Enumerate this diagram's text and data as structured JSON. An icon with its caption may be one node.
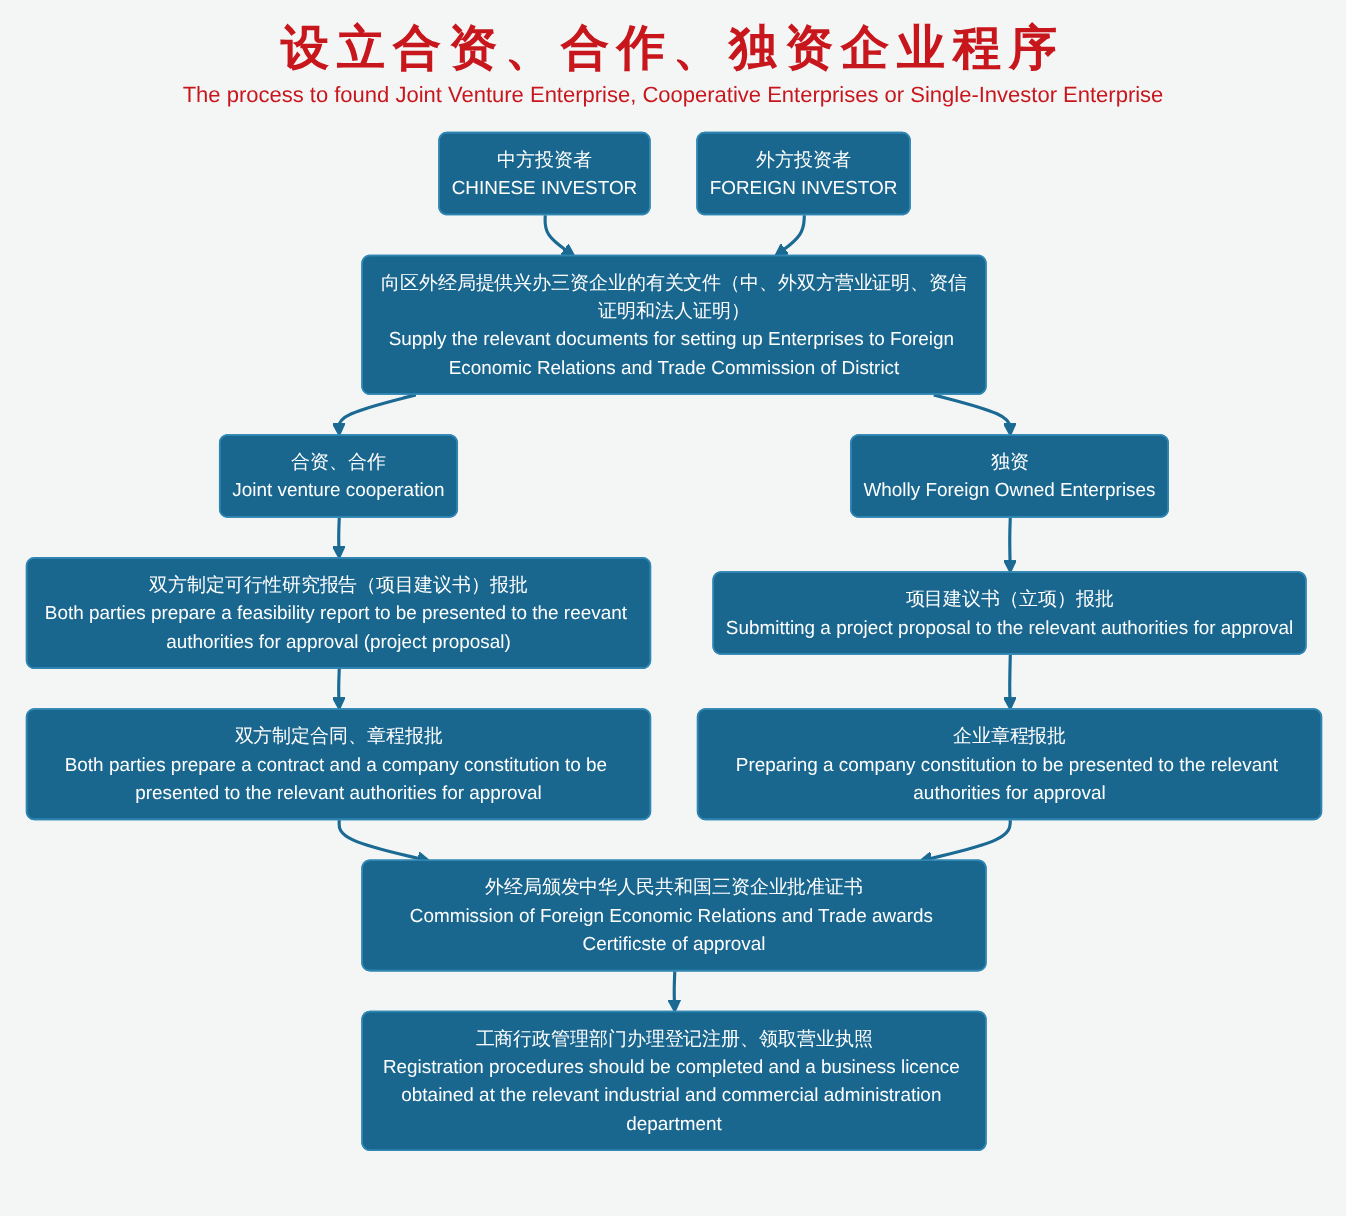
{
  "diagram": {
    "title": "设立合资、合作、独资企业程序",
    "caption": "The process to found Joint Venture Enterprise, Cooperative Enterprises or Single-Investor Enterprise",
    "nodes": [
      {
        "text": [
          "中方投资者",
          "CHINESE INVESTOR"
        ]
      },
      {
        "text": [
          "外方投资者",
          "FOREIGN INVESTOR"
        ]
      },
      {
        "text": [
          "向区外经局提供兴办三资企业的有关文件（中、外双方营业证明、资信证明和法人证明）",
          "Supply the relevant documents for setting up Enterprises to Foreign Economic Relations and Trade Commission of District"
        ]
      },
      {
        "text": [
          "合资、合作",
          "Joint venture cooperation"
        ]
      },
      {
        "text": [
          "独资",
          "Wholly Foreign Owned Enterprises"
        ]
      },
      {
        "text": [
          "双方制定可行性研究报告（项目建议书）报批",
          "Both parties prepare a feasibility report to be presented to the reevant authorities for approval (project proposal)"
        ]
      },
      {
        "text": [
          "项目建议书（立项）报批",
          "Submitting a project proposal to the relevant authorities for approval"
        ]
      },
      {
        "text": [
          "双方制定合同、章程报批",
          "Both parties prepare a contract and a company constitution to be presented to the relevant authorities for approval"
        ]
      },
      {
        "text": [
          "企业章程报批",
          "Preparing a company constitution to be presented to the relevant authorities for approval"
        ]
      },
      {
        "text": [
          "外经局颁发中华人民共和国三资企业批准证书",
          "Commission of Foreign Economic Relations and Trade awards Certificste of approval"
        ]
      },
      {
        "text": [
          "工商行政管理部门办理登记注册、领取营业执照",
          "Registration procedures should be completed and a business licence obtained at the relevant industrial and commercial administration department"
        ]
      }
    ],
    "edges": [
      {
        "from": 0,
        "to": 2,
        "arrow": "to"
      },
      {
        "from": 1,
        "to": 2,
        "arrow": "to"
      },
      {
        "from": 2,
        "to": 3,
        "arrow": "to"
      },
      {
        "from": 2,
        "to": 4,
        "arrow": "to"
      },
      {
        "from": 3,
        "to": 5,
        "arrow": "to"
      },
      {
        "from": 4,
        "to": 6,
        "arrow": "to"
      },
      {
        "from": 5,
        "to": 7,
        "arrow": "to"
      },
      {
        "from": 6,
        "to": 8,
        "arrow": "to"
      },
      {
        "from": 7,
        "to": 9,
        "arrow": "to"
      },
      {
        "from": 8,
        "to": 9,
        "arrow": "to"
      },
      {
        "from": 9,
        "to": 10,
        "arrow": "to"
      }
    ]
  }
}
